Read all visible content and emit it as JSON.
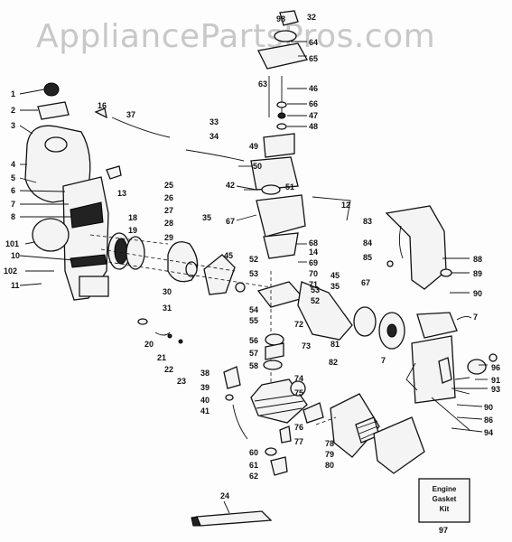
{
  "watermark": "AppliancePartsPros.com",
  "kit_box": {
    "line1": "Engine",
    "line2": "Gasket",
    "line3": "Kit"
  },
  "labels": [
    {
      "id": "1",
      "text": "1"
    },
    {
      "id": "2",
      "text": "2"
    },
    {
      "id": "3",
      "text": "3"
    },
    {
      "id": "4",
      "text": "4"
    },
    {
      "id": "5",
      "text": "5"
    },
    {
      "id": "6",
      "text": "6"
    },
    {
      "id": "7a",
      "text": "7"
    },
    {
      "id": "8",
      "text": "8"
    },
    {
      "id": "101",
      "text": "101"
    },
    {
      "id": "10",
      "text": "10"
    },
    {
      "id": "102",
      "text": "102"
    },
    {
      "id": "11",
      "text": "11"
    },
    {
      "id": "16",
      "text": "16"
    },
    {
      "id": "37",
      "text": "37"
    },
    {
      "id": "13",
      "text": "13"
    },
    {
      "id": "33",
      "text": "33"
    },
    {
      "id": "34",
      "text": "34"
    },
    {
      "id": "25a",
      "text": "25"
    },
    {
      "id": "26",
      "text": "26"
    },
    {
      "id": "27",
      "text": "27"
    },
    {
      "id": "18",
      "text": "18"
    },
    {
      "id": "19",
      "text": "19"
    },
    {
      "id": "28",
      "text": "28"
    },
    {
      "id": "29",
      "text": "29"
    },
    {
      "id": "35a",
      "text": "35"
    },
    {
      "id": "30",
      "text": "30"
    },
    {
      "id": "31",
      "text": "31"
    },
    {
      "id": "20",
      "text": "20"
    },
    {
      "id": "21",
      "text": "21"
    },
    {
      "id": "22",
      "text": "22"
    },
    {
      "id": "23",
      "text": "23"
    },
    {
      "id": "32",
      "text": "32"
    },
    {
      "id": "98",
      "text": "98"
    },
    {
      "id": "64",
      "text": "64"
    },
    {
      "id": "65",
      "text": "65"
    },
    {
      "id": "63",
      "text": "63"
    },
    {
      "id": "46",
      "text": "46"
    },
    {
      "id": "66",
      "text": "66"
    },
    {
      "id": "47",
      "text": "47"
    },
    {
      "id": "48",
      "text": "48"
    },
    {
      "id": "49",
      "text": "49"
    },
    {
      "id": "50",
      "text": "50"
    },
    {
      "id": "42",
      "text": "42"
    },
    {
      "id": "51",
      "text": "51"
    },
    {
      "id": "12",
      "text": "12"
    },
    {
      "id": "67a",
      "text": "67"
    },
    {
      "id": "68",
      "text": "68"
    },
    {
      "id": "14",
      "text": "14"
    },
    {
      "id": "45a",
      "text": "45"
    },
    {
      "id": "52a",
      "text": "52"
    },
    {
      "id": "53a",
      "text": "53"
    },
    {
      "id": "69",
      "text": "69"
    },
    {
      "id": "70",
      "text": "70"
    },
    {
      "id": "71",
      "text": "71"
    },
    {
      "id": "45b",
      "text": "45"
    },
    {
      "id": "35b",
      "text": "35"
    },
    {
      "id": "53b",
      "text": "53"
    },
    {
      "id": "52b",
      "text": "52"
    },
    {
      "id": "54",
      "text": "54"
    },
    {
      "id": "55",
      "text": "55"
    },
    {
      "id": "72",
      "text": "72"
    },
    {
      "id": "56",
      "text": "56"
    },
    {
      "id": "73",
      "text": "73"
    },
    {
      "id": "57",
      "text": "57"
    },
    {
      "id": "58",
      "text": "58"
    },
    {
      "id": "74",
      "text": "74"
    },
    {
      "id": "75",
      "text": "75"
    },
    {
      "id": "38",
      "text": "38"
    },
    {
      "id": "39",
      "text": "39"
    },
    {
      "id": "40",
      "text": "40"
    },
    {
      "id": "41",
      "text": "41"
    },
    {
      "id": "76",
      "text": "76"
    },
    {
      "id": "77",
      "text": "77"
    },
    {
      "id": "60",
      "text": "60"
    },
    {
      "id": "61",
      "text": "61"
    },
    {
      "id": "62",
      "text": "62"
    },
    {
      "id": "78",
      "text": "78"
    },
    {
      "id": "79",
      "text": "79"
    },
    {
      "id": "80",
      "text": "80"
    },
    {
      "id": "81",
      "text": "81"
    },
    {
      "id": "82",
      "text": "82"
    },
    {
      "id": "67b",
      "text": "67"
    },
    {
      "id": "83",
      "text": "83"
    },
    {
      "id": "84",
      "text": "84"
    },
    {
      "id": "85",
      "text": "85"
    },
    {
      "id": "88",
      "text": "88"
    },
    {
      "id": "89",
      "text": "89"
    },
    {
      "id": "90a",
      "text": "90"
    },
    {
      "id": "7b",
      "text": "7"
    },
    {
      "id": "7c",
      "text": "7"
    },
    {
      "id": "96",
      "text": "96"
    },
    {
      "id": "91",
      "text": "91"
    },
    {
      "id": "93",
      "text": "93"
    },
    {
      "id": "90b",
      "text": "90"
    },
    {
      "id": "86",
      "text": "86"
    },
    {
      "id": "94",
      "text": "94"
    },
    {
      "id": "24",
      "text": "24"
    },
    {
      "id": "97",
      "text": "97"
    }
  ]
}
